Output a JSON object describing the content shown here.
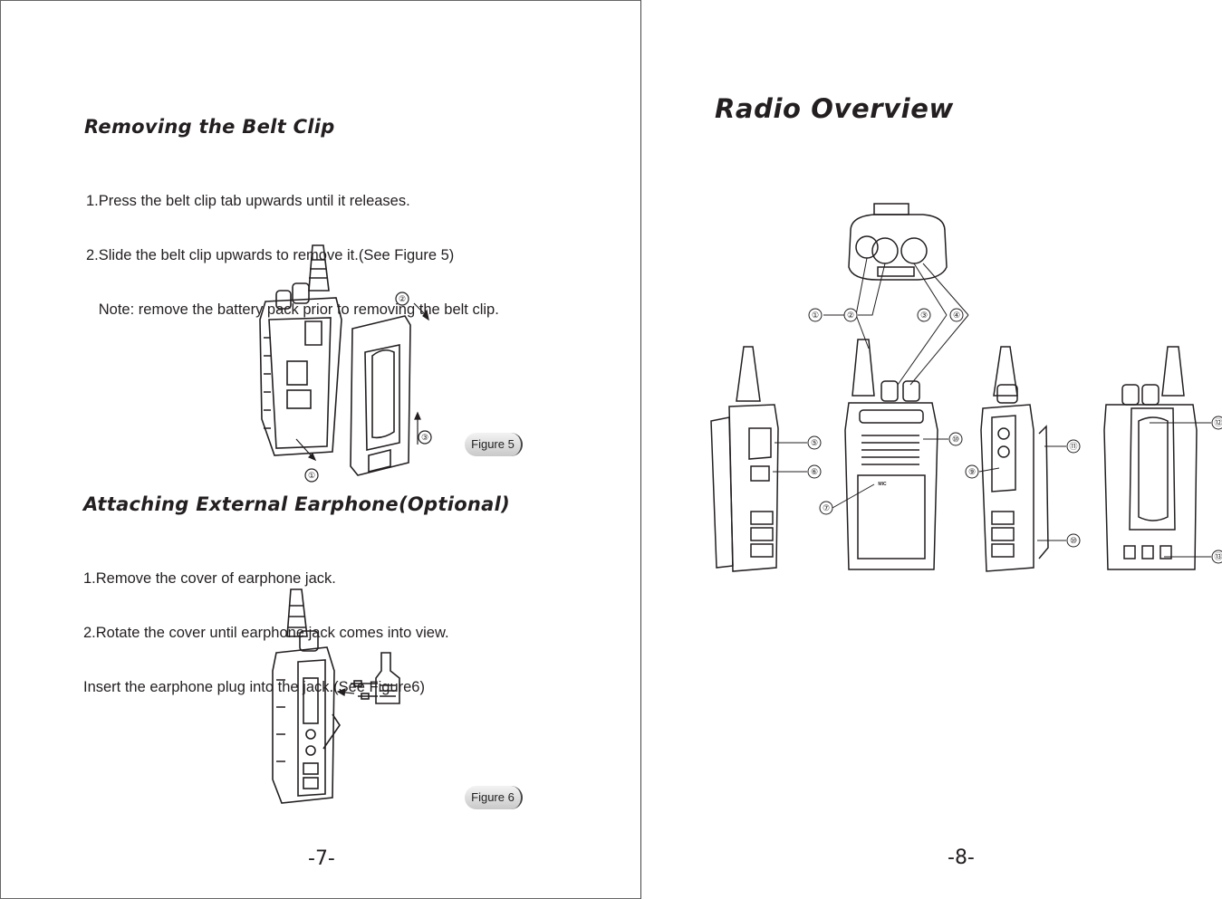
{
  "left_page": {
    "belt_clip": {
      "title": "Removing the Belt Clip",
      "steps": [
        "1.Press the belt clip tab upwards until it releases.",
        "2.Slide the belt clip upwards to remove it.(See Figure 5)",
        "   Note: remove the battery pack prior to removing the belt clip."
      ],
      "figure_label": "Figure 5",
      "callouts": [
        "①",
        "②",
        "③"
      ]
    },
    "earphone": {
      "title": "Attaching External Earphone(Optional)",
      "steps": [
        "1.Remove the cover of earphone jack.",
        "2.Rotate the cover until earphone jack comes into view.",
        "Insert the earphone plug into the jack.(See Figure6)"
      ],
      "figure_label": "Figure 6"
    },
    "page_number": "-7-"
  },
  "right_page": {
    "title": "Radio Overview",
    "callouts": [
      "①",
      "②",
      "③",
      "④",
      "⑤",
      "⑥",
      "⑦",
      "⑩",
      "⑨",
      "⑪",
      "⑩",
      "⑫",
      "⑬"
    ],
    "mic_label": "MIC",
    "page_number": "-8-"
  }
}
